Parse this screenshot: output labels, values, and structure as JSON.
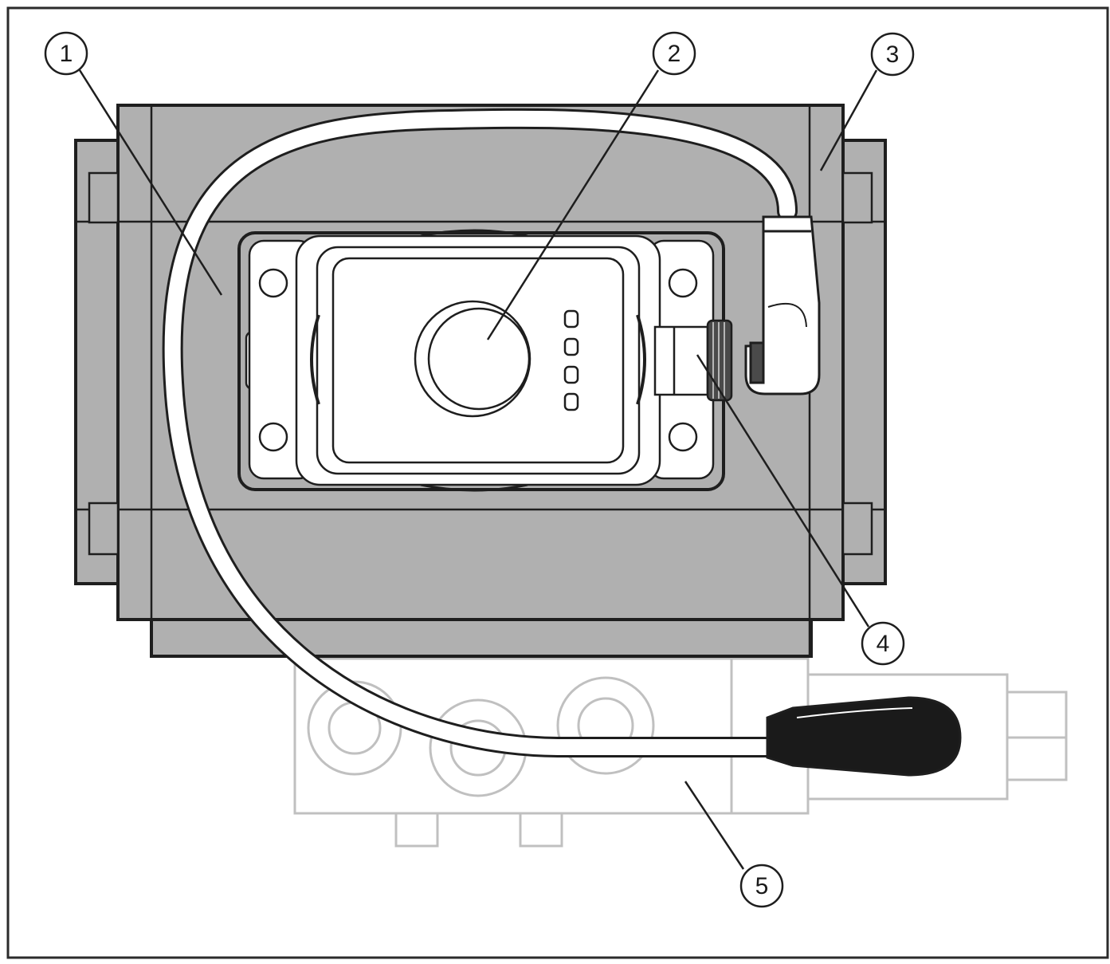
{
  "callouts": [
    {
      "id": "1",
      "label": "1"
    },
    {
      "id": "2",
      "label": "2"
    },
    {
      "id": "3",
      "label": "3"
    },
    {
      "id": "4",
      "label": "4"
    },
    {
      "id": "5",
      "label": "5"
    }
  ],
  "colors": {
    "frame": "#2b2b2b",
    "mount_fill": "#b0b0b0",
    "mount_stroke": "#1e1e1e",
    "sensor_fill": "#ffffff",
    "valve_stroke": "#c0c0c0",
    "cable_fill": "#ffffff",
    "connector_fill": "#1a1a1a"
  }
}
